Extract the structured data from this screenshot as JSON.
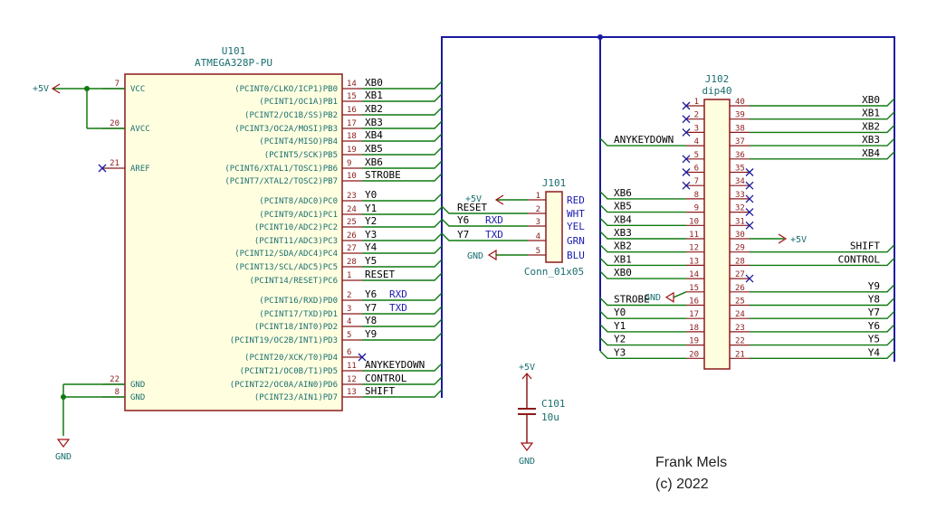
{
  "u101": {
    "ref": "U101",
    "value": "ATMEGA328P-PU",
    "left_pins": [
      {
        "num": "7",
        "name": "VCC"
      },
      {
        "num": "20",
        "name": "AVCC"
      },
      {
        "num": "21",
        "name": "AREF"
      },
      {
        "num": "22",
        "name": "GND"
      },
      {
        "num": "8",
        "name": "GND"
      }
    ],
    "right_pins": [
      {
        "num": "14",
        "name": "(PCINT0/CLKO/ICP1)PB0",
        "net": "XB0"
      },
      {
        "num": "15",
        "name": "(PCINT1/OC1A)PB1",
        "net": "XB1"
      },
      {
        "num": "16",
        "name": "(PCINT2/OC1B/SS)PB2",
        "net": "XB2"
      },
      {
        "num": "17",
        "name": "(PCINT3/OC2A/MOSI)PB3",
        "net": "XB3"
      },
      {
        "num": "18",
        "name": "(PCINT4/MISO)PB4",
        "net": "XB4"
      },
      {
        "num": "19",
        "name": "(PCINT5/SCK)PB5",
        "net": "XB5"
      },
      {
        "num": "9",
        "name": "(PCINT6/XTAL1/TOSC1)PB6",
        "net": "XB6"
      },
      {
        "num": "10",
        "name": "(PCINT7/XTAL2/TOSC2)PB7",
        "net": "STROBE"
      },
      {
        "num": "23",
        "name": "(PCINT8/ADC0)PC0",
        "net": "Y0"
      },
      {
        "num": "24",
        "name": "(PCINT9/ADC1)PC1",
        "net": "Y1"
      },
      {
        "num": "25",
        "name": "(PCINT10/ADC2)PC2",
        "net": "Y2"
      },
      {
        "num": "26",
        "name": "(PCINT11/ADC3)PC3",
        "net": "Y3"
      },
      {
        "num": "27",
        "name": "(PCINT12/SDA/ADC4)PC4",
        "net": "Y4"
      },
      {
        "num": "28",
        "name": "(PCINT13/SCL/ADC5)PC5",
        "net": "Y5"
      },
      {
        "num": "1",
        "name": "(PCINT14/RESET)PC6",
        "net": "RESET"
      },
      {
        "num": "2",
        "name": "(PCINT16/RXD)PD0",
        "net": "Y6",
        "note": "RXD"
      },
      {
        "num": "3",
        "name": "(PCINT17/TXD)PD1",
        "net": "Y7",
        "note": "TXD"
      },
      {
        "num": "4",
        "name": "(PCINT18/INT0)PD2",
        "net": "Y8"
      },
      {
        "num": "5",
        "name": "(PCINT19/OC2B/INT1)PD3",
        "net": "Y9"
      },
      {
        "num": "6",
        "name": "(PCINT20/XCK/T0)PD4",
        "net": ""
      },
      {
        "num": "11",
        "name": "(PCINT21/OC0B/T1)PD5",
        "net": "ANYKEYDOWN"
      },
      {
        "num": "12",
        "name": "(PCINT22/OC0A/AIN0)PD6",
        "net": "CONTROL"
      },
      {
        "num": "13",
        "name": "(PCINT23/AIN1)PD7",
        "net": "SHIFT"
      }
    ]
  },
  "power": {
    "plus5v": "+5V",
    "gnd": "GND"
  },
  "j101": {
    "ref": "J101",
    "value": "Conn_01x05",
    "pins": [
      {
        "num": "1",
        "color": "RED",
        "net": "+5V",
        "note": ""
      },
      {
        "num": "2",
        "color": "WHT",
        "net": "RESET",
        "note": ""
      },
      {
        "num": "3",
        "color": "YEL",
        "net": "Y6",
        "note": "RXD"
      },
      {
        "num": "4",
        "color": "GRN",
        "net": "Y7",
        "note": "TXD"
      },
      {
        "num": "5",
        "color": "BLU",
        "net": "GND",
        "note": ""
      }
    ]
  },
  "j102": {
    "ref": "J102",
    "value": "dip40",
    "left": [
      {
        "num": "1",
        "net": ""
      },
      {
        "num": "2",
        "net": ""
      },
      {
        "num": "3",
        "net": ""
      },
      {
        "num": "4",
        "net": "ANYKEYDOWN"
      },
      {
        "num": "5",
        "net": ""
      },
      {
        "num": "6",
        "net": ""
      },
      {
        "num": "7",
        "net": ""
      },
      {
        "num": "8",
        "net": "XB6"
      },
      {
        "num": "9",
        "net": "XB5"
      },
      {
        "num": "10",
        "net": "XB4"
      },
      {
        "num": "11",
        "net": "XB3"
      },
      {
        "num": "12",
        "net": "XB2"
      },
      {
        "num": "13",
        "net": "XB1"
      },
      {
        "num": "14",
        "net": "XB0"
      },
      {
        "num": "15",
        "net": "GND"
      },
      {
        "num": "16",
        "net": "STROBE"
      },
      {
        "num": "17",
        "net": "Y0"
      },
      {
        "num": "18",
        "net": "Y1"
      },
      {
        "num": "19",
        "net": "Y2"
      },
      {
        "num": "20",
        "net": "Y3"
      }
    ],
    "right": [
      {
        "num": "40",
        "net": "XB0"
      },
      {
        "num": "39",
        "net": "XB1"
      },
      {
        "num": "38",
        "net": "XB2"
      },
      {
        "num": "37",
        "net": "XB3"
      },
      {
        "num": "36",
        "net": "XB4"
      },
      {
        "num": "35",
        "net": ""
      },
      {
        "num": "34",
        "net": ""
      },
      {
        "num": "33",
        "net": ""
      },
      {
        "num": "32",
        "net": ""
      },
      {
        "num": "31",
        "net": ""
      },
      {
        "num": "30",
        "net": "+5V"
      },
      {
        "num": "29",
        "net": "SHIFT"
      },
      {
        "num": "28",
        "net": "CONTROL"
      },
      {
        "num": "27",
        "net": ""
      },
      {
        "num": "26",
        "net": "Y9"
      },
      {
        "num": "25",
        "net": "Y8"
      },
      {
        "num": "24",
        "net": "Y7"
      },
      {
        "num": "23",
        "net": "Y6"
      },
      {
        "num": "22",
        "net": "Y5"
      },
      {
        "num": "21",
        "net": "Y4"
      }
    ]
  },
  "c101": {
    "ref": "C101",
    "value": "10u",
    "top": "+5V",
    "bottom": "GND"
  },
  "author": {
    "name": "Frank Mels",
    "copyright": "(c) 2022"
  },
  "colors": {
    "wire": "#0e7a0e",
    "bus": "#1a1aa0",
    "body_fill": "#ffffe0",
    "body_stroke": "#8b1a1a",
    "pin": "#8b1a1a",
    "label": "#1a6e6e",
    "power": "#a01010"
  }
}
